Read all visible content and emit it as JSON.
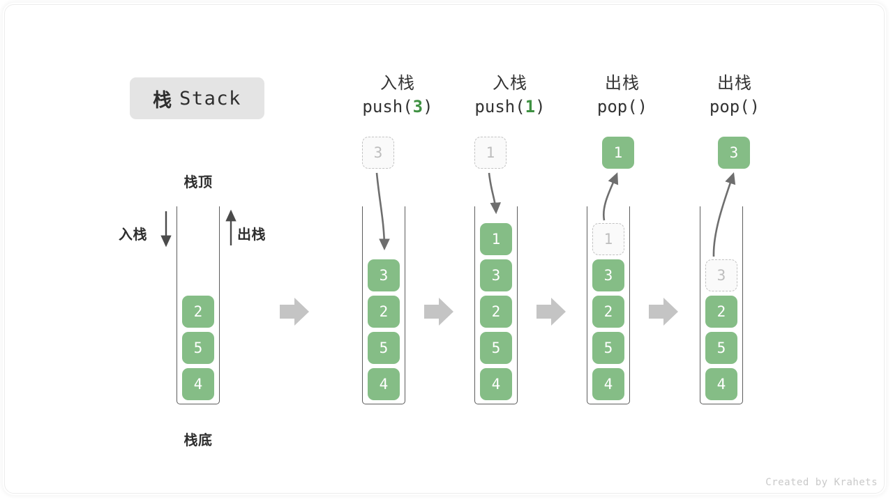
{
  "title": {
    "cn": "栈",
    "en": "Stack"
  },
  "labels": {
    "top": "栈顶",
    "bottom": "栈底",
    "push_side": "入栈",
    "pop_side": "出栈"
  },
  "credit": "Created by Krahets",
  "colors": {
    "cell_fill": "#85bd86",
    "cell_text": "#ffffff",
    "ghost_text": "#bdbdbd",
    "ghost_border": "#c2c2c2",
    "wall": "#5c5c5c",
    "arrow": "#6e6e6e",
    "step_arrow": "#c4c4c4",
    "badge_bg": "#e4e4e4",
    "accent_green": "#3f9142",
    "text": "#333333"
  },
  "columns": [
    {
      "id": "initial",
      "header_cn": "",
      "header_op": "",
      "header_arg": "",
      "stack": [
        "2",
        "5",
        "4"
      ],
      "floating": null,
      "ghost_in_stack": null
    },
    {
      "id": "push-3",
      "header_cn": "入栈",
      "header_op_prefix": "push(",
      "header_arg": "3",
      "header_op_suffix": ")",
      "stack": [
        "3",
        "2",
        "5",
        "4"
      ],
      "floating": {
        "value": "3",
        "style": "ghost"
      },
      "ghost_in_stack": null
    },
    {
      "id": "push-1",
      "header_cn": "入栈",
      "header_op_prefix": "push(",
      "header_arg": "1",
      "header_op_suffix": ")",
      "stack": [
        "1",
        "3",
        "2",
        "5",
        "4"
      ],
      "floating": {
        "value": "1",
        "style": "ghost"
      },
      "ghost_in_stack": null
    },
    {
      "id": "pop-1",
      "header_cn": "出栈",
      "header_op_prefix": "pop(",
      "header_arg": "",
      "header_op_suffix": ")",
      "stack": [
        "3",
        "2",
        "5",
        "4"
      ],
      "floating": {
        "value": "1",
        "style": "solid"
      },
      "ghost_in_stack": {
        "value": "1",
        "slot": 0
      }
    },
    {
      "id": "pop-3",
      "header_cn": "出栈",
      "header_op_prefix": "pop(",
      "header_arg": "",
      "header_op_suffix": ")",
      "stack": [
        "2",
        "5",
        "4"
      ],
      "floating": {
        "value": "3",
        "style": "solid"
      },
      "ghost_in_stack": {
        "value": "3",
        "slot": 1
      }
    }
  ],
  "step_arrows": 4
}
